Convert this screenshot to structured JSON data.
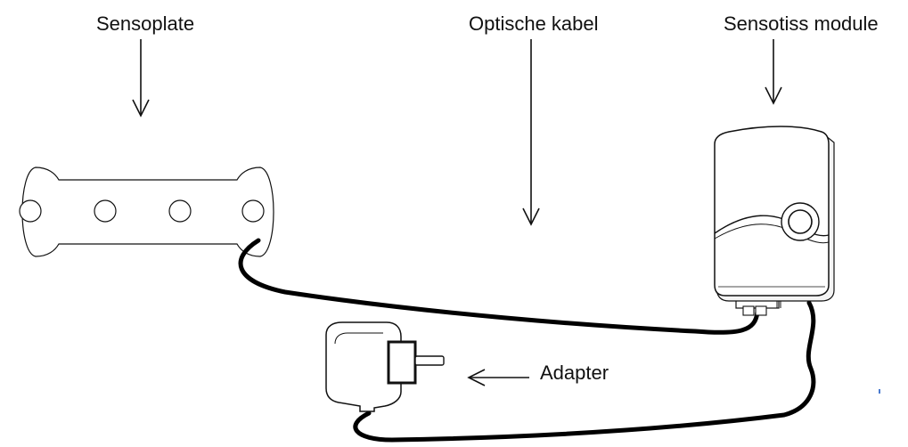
{
  "labels": {
    "sensoplate": "Sensoplate",
    "optische_kabel": "Optische kabel",
    "sensotiss_module": "Sensotiss module",
    "adapter": "Adapter"
  },
  "icons": [
    "sensoplate-device",
    "sensotiss-module-device",
    "power-adapter-device",
    "arrow-down-icon",
    "arrow-left-icon"
  ],
  "colors": {
    "line": "#111111",
    "fill": "#ffffff",
    "cable": "#000000",
    "accent_dot": "#4a7bd0"
  }
}
